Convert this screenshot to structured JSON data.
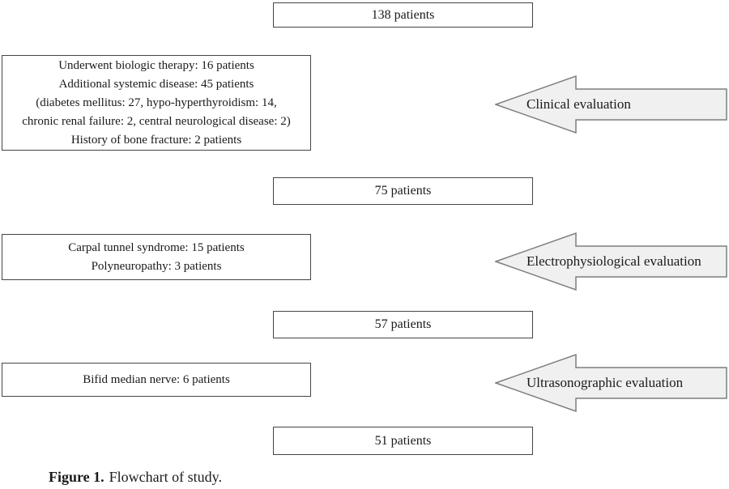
{
  "flowchart": {
    "count_boxes": [
      "138 patients",
      "75 patients",
      "57 patients",
      "51 patients"
    ],
    "exclusion_boxes": [
      {
        "lines": [
          "Underwent biologic therapy: 16 patients",
          "Additional systemic disease: 45 patients",
          "(diabetes mellitus: 27, hypo-hyperthyroidism: 14,",
          "chronic renal failure: 2, central neurological disease: 2)",
          "History of bone fracture: 2 patients"
        ]
      },
      {
        "lines": [
          "Carpal tunnel syndrome: 15 patients",
          "Polyneuropathy: 3 patients"
        ]
      },
      {
        "lines": [
          "Bifid median nerve: 6 patients"
        ]
      }
    ],
    "evaluation_arrows": [
      "Clinical evaluation",
      "Electrophysiological evaluation",
      "Ultrasonographic evaluation"
    ]
  },
  "caption": {
    "label": "Figure 1.",
    "text": "Flowchart of study."
  },
  "colors": {
    "background": "#ffffff",
    "box_border": "#454545",
    "arrow_fill": "#f0f0f0",
    "arrow_stroke": "#7d7d7d",
    "text": "#1a1a1a"
  }
}
